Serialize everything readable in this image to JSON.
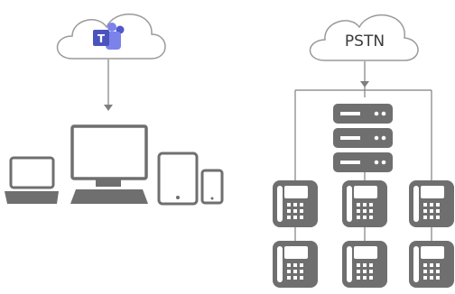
{
  "left_group": {
    "cloud_logo_icon": "microsoft-teams-logo",
    "cloud_logo_letter": "T",
    "devices": [
      "laptop",
      "desktop-monitor",
      "tablet",
      "smartphone"
    ]
  },
  "right_group": {
    "cloud_label": "PSTN",
    "pbx_units": 3,
    "desk_phones": 6
  },
  "colors": {
    "cloud_fill": "#ffffff",
    "cloud_stroke": "#9a9a9a",
    "device_gray": "#6f6f6f",
    "line_gray": "#7f7f7f",
    "teams_purple": "#5059c9",
    "teams_purple_dark": "#464eb8",
    "teams_purple_light": "#7b83eb"
  }
}
